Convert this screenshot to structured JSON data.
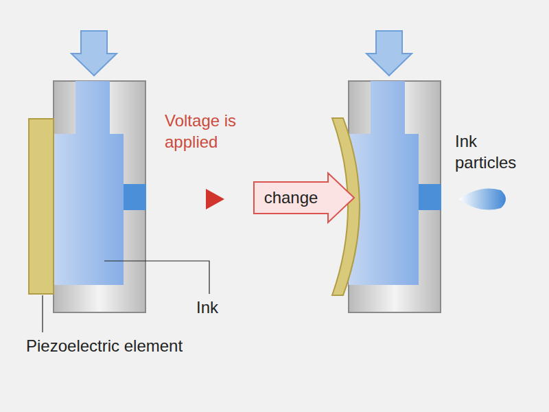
{
  "diagram": {
    "nodes": [
      {
        "text": [
          "change"
        ]
      }
    ],
    "labels": [
      "Voltage is applied",
      "Ink particles",
      "Ink",
      "Piezoelectric element"
    ]
  }
}
